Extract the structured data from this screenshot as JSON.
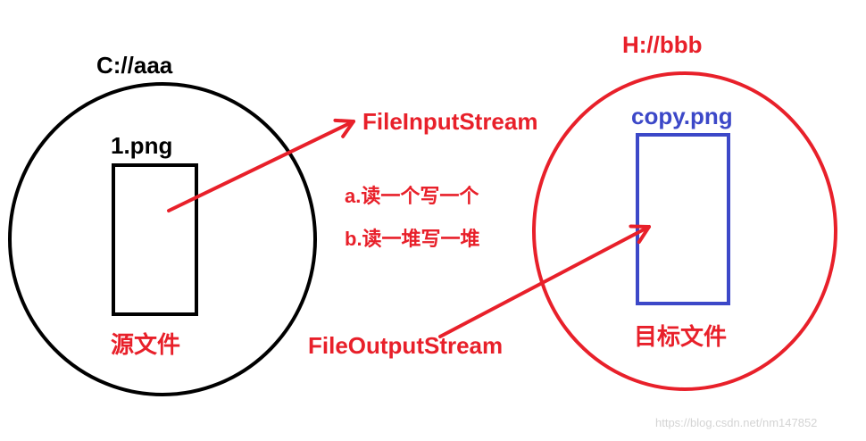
{
  "source": {
    "directory": "C://aaa",
    "file": "1.png",
    "caption": "源文件"
  },
  "target": {
    "directory": "H://bbb",
    "file": "copy.png",
    "caption": "目标文件"
  },
  "streams": {
    "input": "FileInputStream",
    "output": "FileOutputStream"
  },
  "notes": [
    "a.读一个写一个",
    "b.读一堆写一堆"
  ],
  "watermark": "https://blog.csdn.net/nm147852",
  "colors": {
    "source_outline": "#000000",
    "target_outline": "#e8202a",
    "arrows": "#e8202a",
    "target_file_box": "#3c48c8",
    "red_text": "#e8202a",
    "blue_text": "#3c48c8"
  }
}
